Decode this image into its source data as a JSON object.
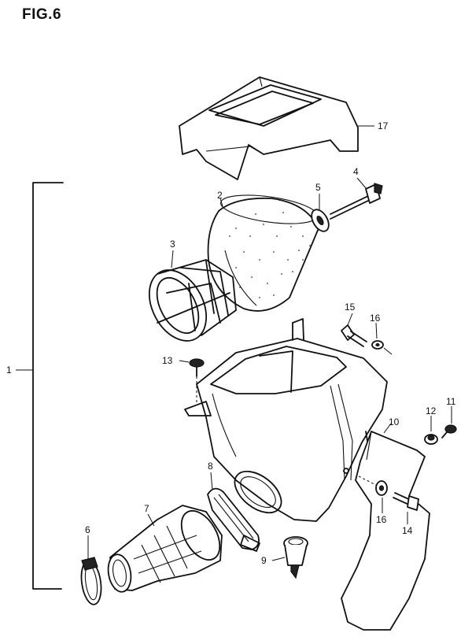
{
  "figure": {
    "title": "FIG.6"
  },
  "callouts": {
    "assembly": "1",
    "element": "2",
    "element_cage": "3",
    "bolt_top": "4",
    "washer_top": "5",
    "clamp": "6",
    "intake_boot": "7",
    "seal_ring": "8",
    "drain_plug": "9",
    "side_plate": "10",
    "bolt_side": "11",
    "nut_side": "12",
    "screw": "13",
    "bolt_bottom": "14",
    "bolt_case": "15",
    "washer_case": "16",
    "washer_bottom": "16",
    "cover": "17"
  }
}
